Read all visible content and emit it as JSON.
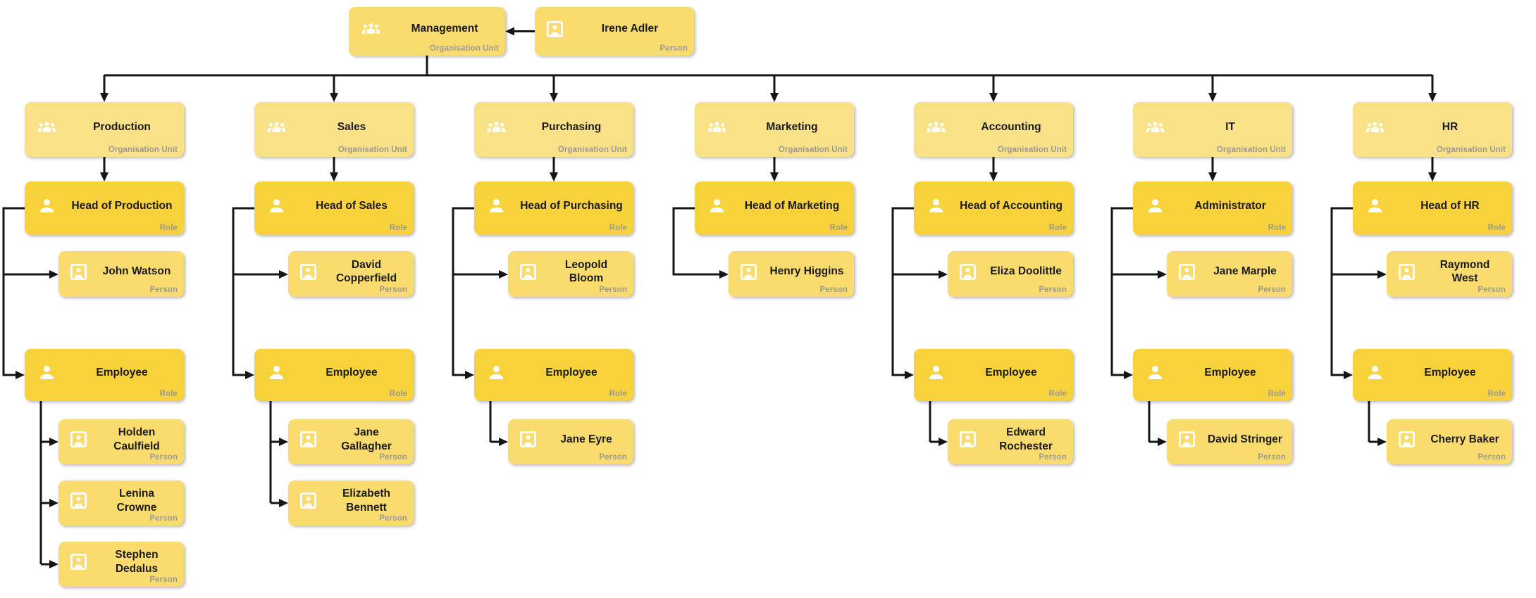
{
  "diagram": {
    "type": "org-chart",
    "root_unit": {
      "label": "Management",
      "type": "Organisation Unit"
    },
    "root_person": {
      "label": "Irene Adler",
      "type": "Person"
    },
    "type_labels": {
      "unit": "Organisation Unit",
      "role": "Role",
      "person": "Person"
    },
    "icons": {
      "unit": "group-icon",
      "role": "person-silhouette-icon",
      "person": "portrait-icon"
    },
    "colors": {
      "unit_fill": "#F9E187",
      "role_fill": "#F8D23B",
      "person_fill": "#FADC6E",
      "root_fill": "#FADC6E",
      "connector": "#151515",
      "title_text": "#1B1B1B",
      "type_text": "#9B9B93",
      "icon": "#FFFFFF",
      "background": "#FFFFFF"
    },
    "columns": [
      {
        "unit": "Production",
        "head_role": "Head of Production",
        "head_people": [
          "John Watson"
        ],
        "employee_role": "Employee",
        "employee_people": [
          "Holden Caulfield",
          "Lenina Crowne",
          "Stephen Dedalus"
        ]
      },
      {
        "unit": "Sales",
        "head_role": "Head of Sales",
        "head_people": [
          "David Copperfield"
        ],
        "employee_role": "Employee",
        "employee_people": [
          "Jane Gallagher",
          "Elizabeth Bennett"
        ]
      },
      {
        "unit": "Purchasing",
        "head_role": "Head of Purchasing",
        "head_people": [
          "Leopold Bloom"
        ],
        "employee_role": "Employee",
        "employee_people": [
          "Jane Eyre"
        ]
      },
      {
        "unit": "Marketing",
        "head_role": "Head of Marketing",
        "head_people": [
          "Henry Higgins"
        ],
        "employee_role": null,
        "employee_people": []
      },
      {
        "unit": "Accounting",
        "head_role": "Head of Accounting",
        "head_people": [
          "Eliza Doolittle"
        ],
        "employee_role": "Employee",
        "employee_people": [
          "Edward Rochester"
        ]
      },
      {
        "unit": "IT",
        "head_role": "Administrator",
        "head_people": [
          "Jane Marple"
        ],
        "employee_role": "Employee",
        "employee_people": [
          "David Stringer"
        ]
      },
      {
        "unit": "HR",
        "head_role": "Head of HR",
        "head_people": [
          "Raymond West"
        ],
        "employee_role": "Employee",
        "employee_people": [
          "Cherry Baker"
        ]
      }
    ]
  }
}
